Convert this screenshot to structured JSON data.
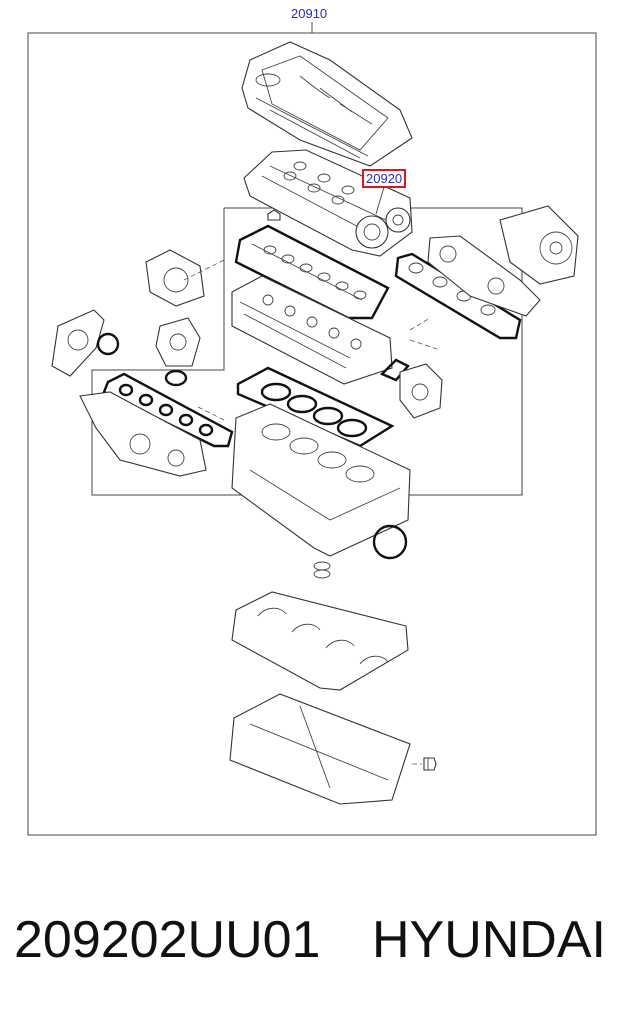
{
  "diagram": {
    "callouts": {
      "top": "20910",
      "highlighted": "20920"
    },
    "accent_color": "#e0161c",
    "callout_color": "#2b2bb8"
  },
  "caption": {
    "part_number": "209202UU01",
    "brand": "HYUNDAI"
  }
}
